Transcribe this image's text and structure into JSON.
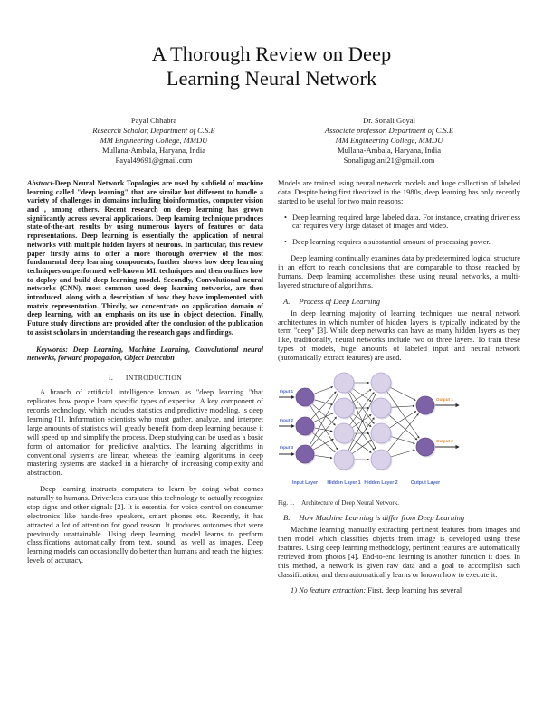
{
  "title": {
    "line1": "A Thorough Review on Deep",
    "line2": "Learning Neural Network"
  },
  "authors": [
    {
      "name": "Payal Chhabra",
      "role": "Research Scholar, Department of C.S.E",
      "affiliation": "MM Engineering College, MMDU",
      "location": "Mullana-Ambala, Haryana, India",
      "email": "Payal49691@gmail.com"
    },
    {
      "name": "Dr. Sonali Goyal",
      "role": "Associate professor, Department of C.S.E",
      "affiliation": "MM Engineering College, MMDU",
      "location": "Mullana-Ambala, Haryana, India",
      "email": "Sonaliguglani21@gmail.com"
    }
  ],
  "abstract": {
    "label": "Abstract-",
    "text": "Deep Neural Network Topologies are used by subfield of machine learning called \"deep learning\" that are similar but different to handle a variety of challenges in domains including bioinformatics, computer vision and , among others. Recent research on deep learning has grown significantly across several applications. Deep learning technique produces state-of-the-art results by using numerous layers of features or data representations. Deep learning is essentially the application of neural networks with multiple hidden layers of neurons. In particular, this review paper firstly aims to offer a more thorough overview of the most fundamental deep learning components, further shows how deep learning techniques outperformed well-known ML techniques and then outlines how to deploy and build deep learning  model. Secondly, Convolutional neural networks (CNN), most common used deep learning networks, are then introduced, along with a description of how they have implemented with matrix representation. Thirdly, we concentrate on application domain of deep learning, with an emphasis on its use in object detection. Finally, Future study directions are provided after the conclusion of the publication to assist scholars in understanding the research gaps and findings."
  },
  "keywords": "Keywords: Deep Learning, Machine Learning, Convolutional neural networks, forward propagation, Object Detection",
  "intro": {
    "heading_num": "I.",
    "heading": "INTRODUCTION",
    "p1": "A branch of artificial intelligence known as \"deep learning \"that replicates how people learn specific types of expertise. A key component of records technology, which includes statistics and predictive modeling, is deep learning [1]. Information scientists who must gather, analyze, and interpret large amounts of statistics will greatly benefit from deep learning because it will speed up and simplify the process. Deep studying can be used as a basic form of automation for predictive analytics. The learning algorithms in conventional systems are linear, whereas the learning algorithms in deep mastering systems are stacked in a hierarchy of increasing complexity and abstraction.",
    "p2": "Deep learning instructs computers to learn by doing what comes naturally to humans. Driverless cars use this technology to actually recognize stop signs and other signals [2]. It is essential for voice control on consumer electronics like hands-free speakers, smart phones etc. Recently, it has attracted a lot of attention for good reason. It produces outcomes that were previously unattainable. Using deep learning, model learns to perform classifications automatically from text, sound, as well as images. Deep learning models can occasionally do better than humans and reach the highest levels of accuracy."
  },
  "right": {
    "p1": "Models are trained using neural network models and huge collection of labeled data. Despite being first theorized in the 1980s, deep learning has only recently started to be useful for two main reasons:",
    "bullet1": "Deep learning required large labeled data. For instance, creating driverless car requires very large dataset of images and video.",
    "bullet2": "Deep learning requires a substantial amount of processing power.",
    "p2": "Deep learning continually examines data by predetermined logical structure in an effort to reach conclusions that are comparable to those reached by humans. Deep learning accomplishes these using neural networks, a multi-layered structure of algorithms.",
    "section_a_num": "A.",
    "section_a_title": "Process of Deep Learning",
    "p3": "In deep learning majority of learning techniques use neural network architectures in which number of hidden layers is typically indicated by the term \"deep\" [3].  While deep networks can have as many hidden layers as they like, traditionally, neural networks include two or three layers. To train these types of models, huge amounts of labeled input and neural network (automatically extract features) are used.",
    "fig_num": "Fig. 1.",
    "fig_caption": "Architecture of Deep Neural Network.",
    "section_b_num": "B.",
    "section_b_title": "How Machine Learning is differ from Deep Learning",
    "p4": "Machine learning manually extracting pertinent features from images and then model which classifies objects from image is developed using these features. Using deep learning methodology, pertinent features are automatically retrieved from photos [4]. End-to-end learning is another function it does. In this method, a network is given raw data and a goal to accomplish such classification, and then automatically learns or known how to execute it.",
    "p5_label": "1) No feature extraction:",
    "p5_text": " First, deep learning has several"
  },
  "figure": {
    "input_labels": [
      "Input 1",
      "Input 2",
      "Input 3"
    ],
    "output_labels": [
      "Output 1",
      "Output 2"
    ],
    "layer_labels": [
      "Input Layer",
      "Hidden Layer 1",
      "Hidden Layer 2",
      "Output Layer"
    ],
    "colors": {
      "node_dark": "#7e62a8",
      "node_dark_border": "#68508f",
      "node_light": "#d9d2e9",
      "node_light_border": "#b4a6d0",
      "edge": "#2a2a2a",
      "label_blue": "#4a66c8",
      "label_orange": "#e08a2e"
    }
  }
}
